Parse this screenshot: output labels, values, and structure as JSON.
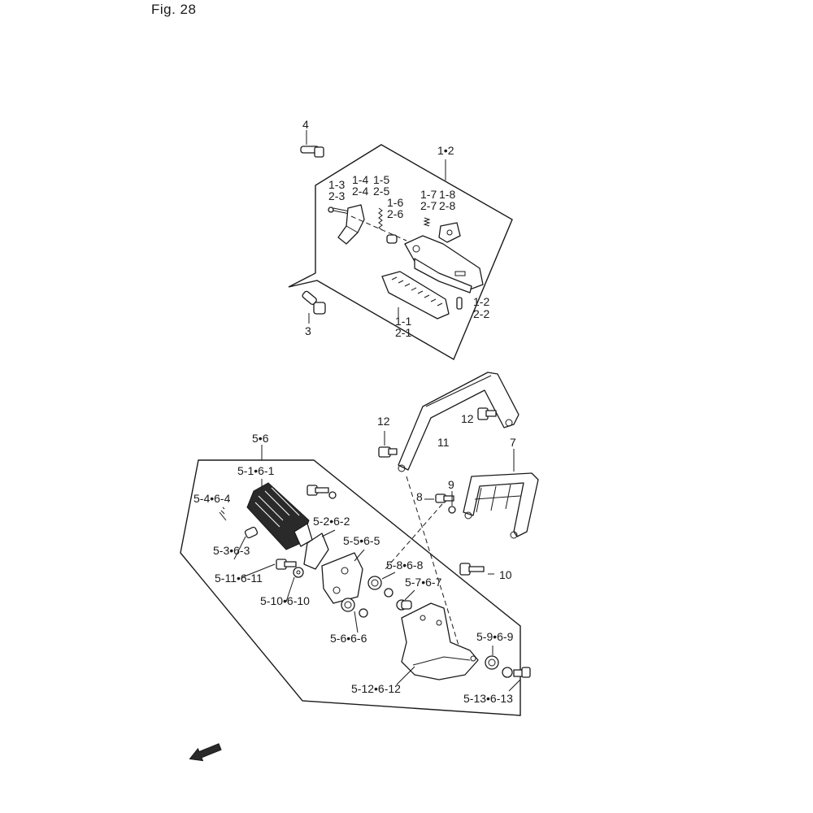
{
  "figure": {
    "title": "Fig. 28"
  },
  "labels": {
    "l_1_2": "1•2",
    "l_4": "4",
    "l_1_3": "1-3",
    "l_2_3": "2-3",
    "l_1_4": "1-4",
    "l_2_4": "2-4",
    "l_1_5": "1-5",
    "l_2_5": "2-5",
    "l_1_6": "1-6",
    "l_2_6": "2-6",
    "l_1_7": "1-7",
    "l_2_7": "2-7",
    "l_1_8": "1-8",
    "l_2_8": "2-8",
    "l_1_2b": "1-2",
    "l_2_2": "2-2",
    "l_1_1": "1-1",
    "l_2_1": "2-1",
    "l_3": "3",
    "l_12a": "12",
    "l_12b": "12",
    "l_11": "11",
    "l_7": "7",
    "l_8": "8",
    "l_9": "9",
    "l_10": "10",
    "l_5_6": "5•6",
    "l_5_1": "5-1•6-1",
    "l_5_4": "5-4•6-4",
    "l_5_2": "5-2•6-2",
    "l_5_3": "5-3•6-3",
    "l_5_5": "5-5•6-5",
    "l_5_11": "5-11•6-11",
    "l_5_8": "5-8•6-8",
    "l_5_7": "5-7•6-7",
    "l_5_10": "5-10•6-10",
    "l_5_6b": "5-6•6-6",
    "l_5_9": "5-9•6-9",
    "l_5_12": "5-12•6-12",
    "l_5_13": "5-13•6-13"
  },
  "icons": {
    "direction_arrow": "front-direction-arrow-icon"
  }
}
